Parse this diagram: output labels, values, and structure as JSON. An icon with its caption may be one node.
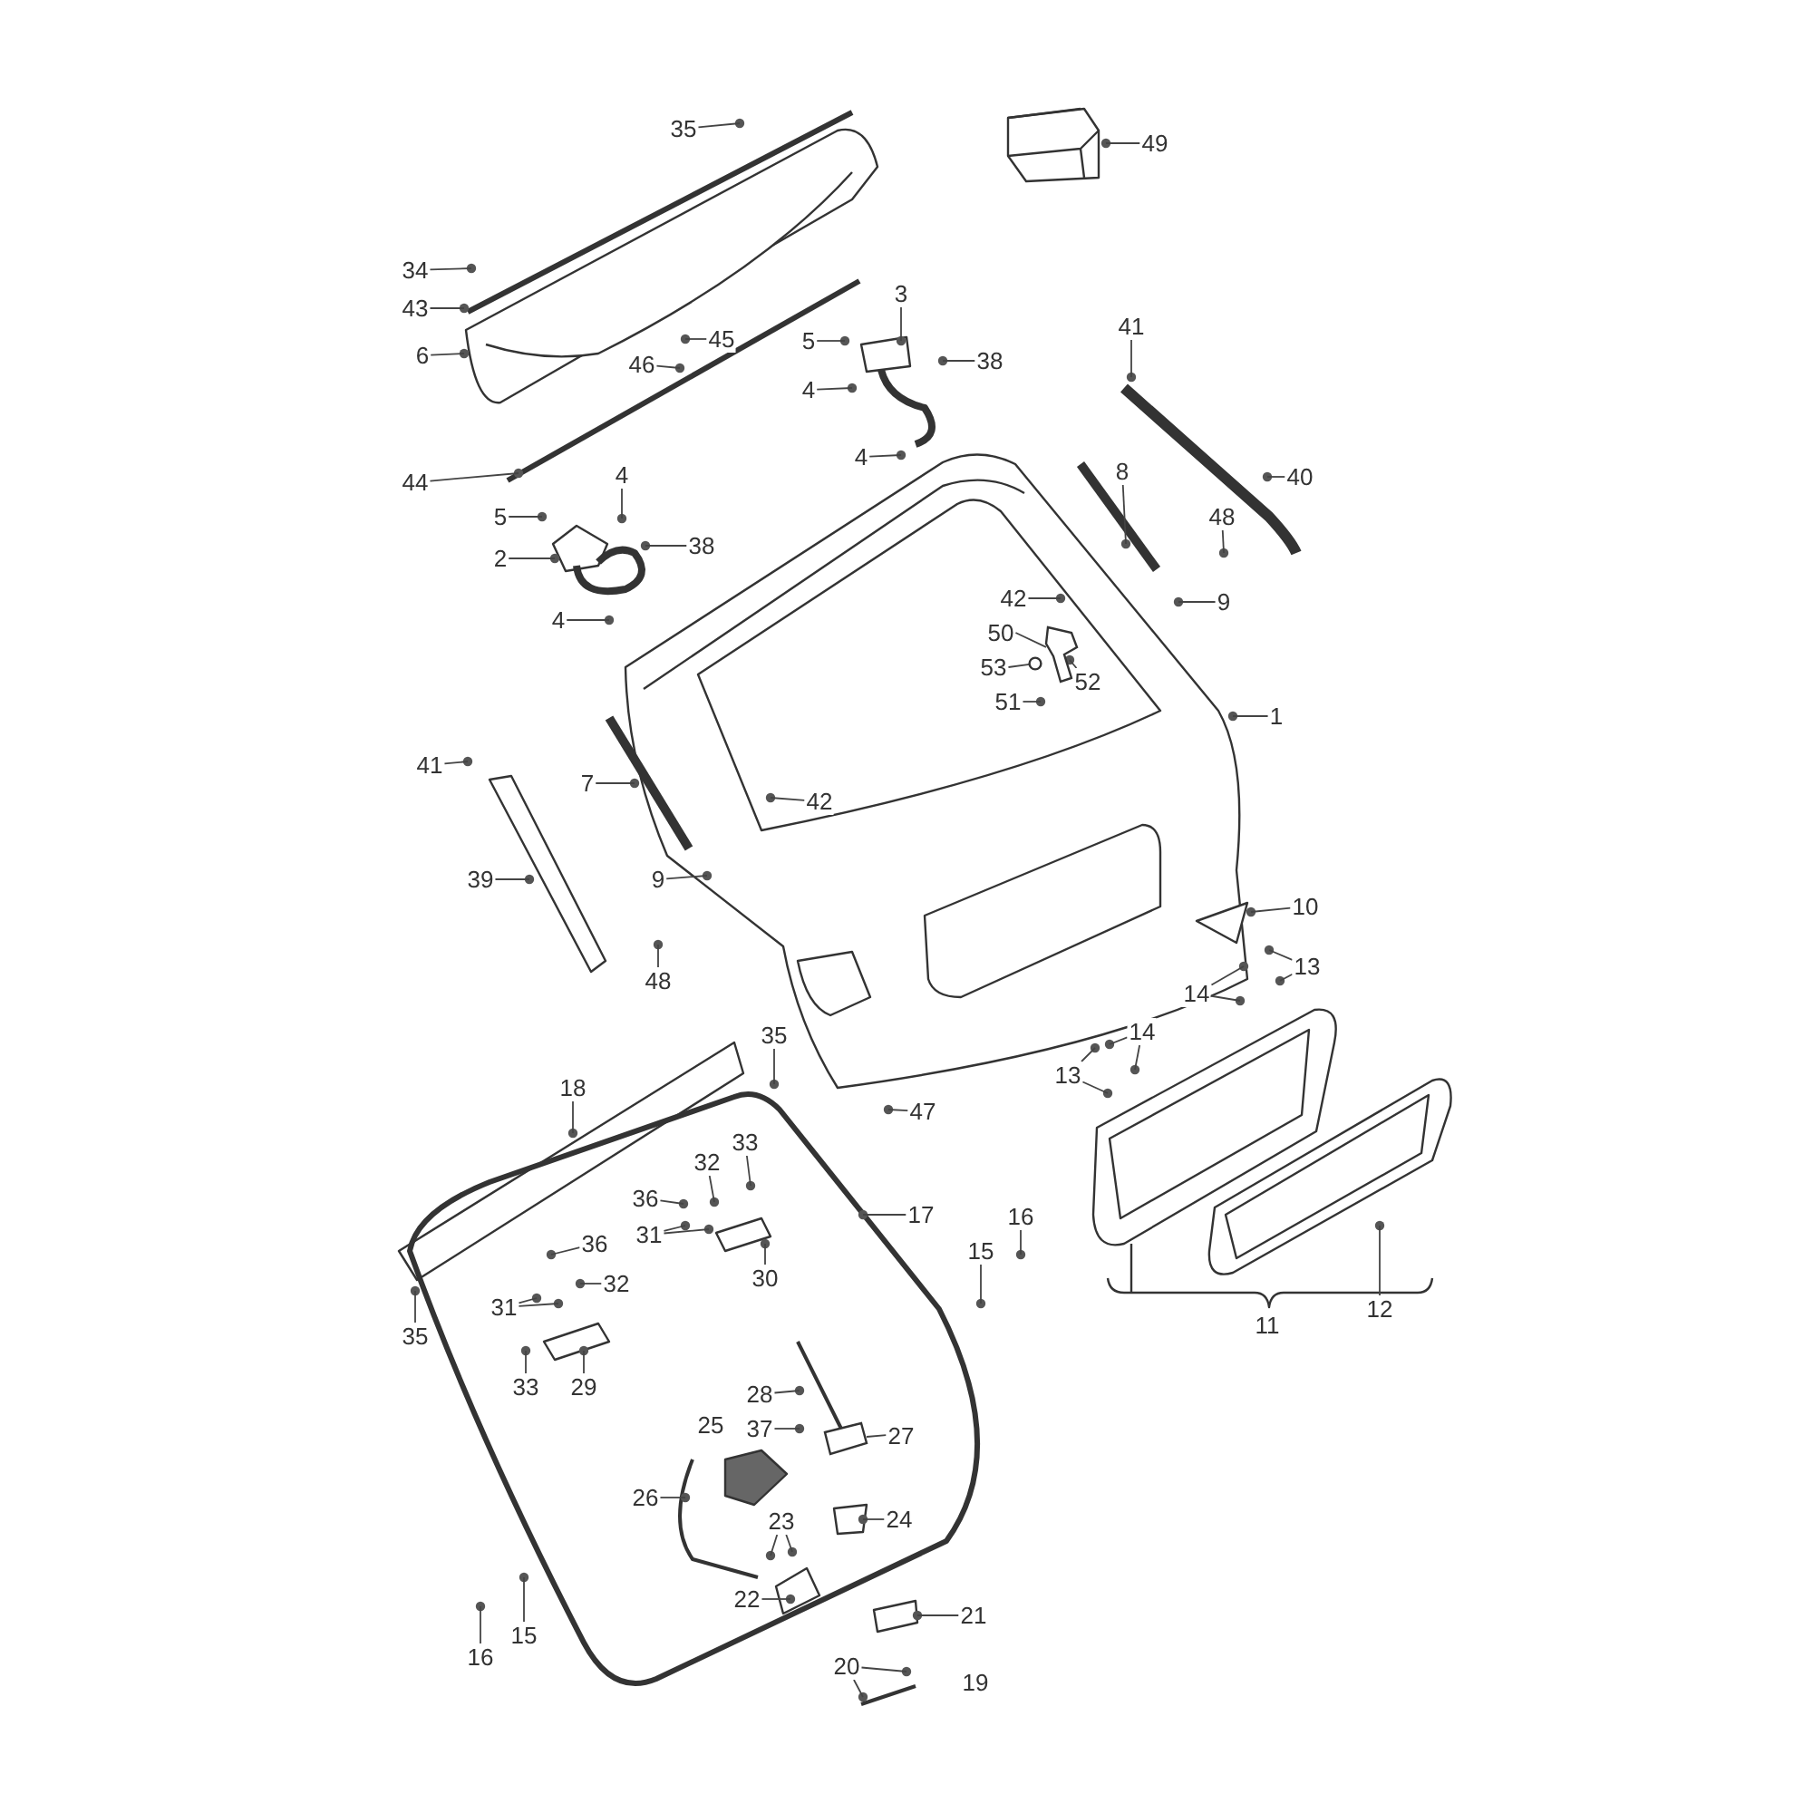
{
  "diagram": {
    "nodes": [
      {
        "text": [
          "35"
        ]
      },
      {
        "text": [
          "49"
        ]
      },
      {
        "text": [
          "34"
        ]
      },
      {
        "text": [
          "43"
        ]
      },
      {
        "text": [
          "6"
        ]
      },
      {
        "text": [
          "45"
        ]
      },
      {
        "text": [
          "46"
        ]
      },
      {
        "text": [
          "3"
        ]
      },
      {
        "text": [
          "5"
        ]
      },
      {
        "text": [
          "38"
        ]
      },
      {
        "text": [
          "4"
        ]
      },
      {
        "text": [
          "41"
        ]
      },
      {
        "text": [
          "4"
        ]
      },
      {
        "text": [
          "44"
        ]
      },
      {
        "text": [
          "4"
        ]
      },
      {
        "text": [
          "5"
        ]
      },
      {
        "text": [
          "8"
        ]
      },
      {
        "text": [
          "40"
        ]
      },
      {
        "text": [
          "38"
        ]
      },
      {
        "text": [
          "2"
        ]
      },
      {
        "text": [
          "48"
        ]
      },
      {
        "text": [
          "4"
        ]
      },
      {
        "text": [
          "9"
        ]
      },
      {
        "text": [
          "42"
        ]
      },
      {
        "text": [
          "50"
        ]
      },
      {
        "text": [
          "53"
        ]
      },
      {
        "text": [
          "51"
        ]
      },
      {
        "text": [
          "52"
        ]
      },
      {
        "text": [
          "1"
        ]
      },
      {
        "text": [
          "41"
        ]
      },
      {
        "text": [
          "7"
        ]
      },
      {
        "text": [
          "42"
        ]
      },
      {
        "text": [
          "39"
        ]
      },
      {
        "text": [
          "9"
        ]
      },
      {
        "text": [
          "48"
        ]
      },
      {
        "text": [
          "10"
        ]
      },
      {
        "text": [
          "13"
        ]
      },
      {
        "text": [
          "14"
        ]
      },
      {
        "text": [
          "14"
        ]
      },
      {
        "text": [
          "13"
        ]
      },
      {
        "text": [
          "35"
        ]
      },
      {
        "text": [
          "18"
        ]
      },
      {
        "text": [
          "47"
        ]
      },
      {
        "text": [
          "33"
        ]
      },
      {
        "text": [
          "32"
        ]
      },
      {
        "text": [
          "36"
        ]
      },
      {
        "text": [
          "17"
        ]
      },
      {
        "text": [
          "16"
        ]
      },
      {
        "text": [
          "31"
        ]
      },
      {
        "text": [
          "15"
        ]
      },
      {
        "text": [
          "36"
        ]
      },
      {
        "text": [
          "32"
        ]
      },
      {
        "text": [
          "30"
        ]
      },
      {
        "text": [
          "31"
        ]
      },
      {
        "text": [
          "35"
        ]
      },
      {
        "text": [
          "33"
        ]
      },
      {
        "text": [
          "29"
        ]
      },
      {
        "text": [
          "28"
        ]
      },
      {
        "text": [
          "37"
        ]
      },
      {
        "text": [
          "27"
        ]
      },
      {
        "text": [
          "26"
        ]
      },
      {
        "text": [
          "23"
        ]
      },
      {
        "text": [
          "24"
        ]
      },
      {
        "text": [
          "22"
        ]
      },
      {
        "text": [
          "21"
        ]
      },
      {
        "text": [
          "16"
        ]
      },
      {
        "text": [
          "15"
        ]
      },
      {
        "text": [
          "20"
        ]
      },
      {
        "text": [
          "12"
        ]
      },
      {
        "text": [
          "25"
        ]
      },
      {
        "text": [
          "11"
        ]
      },
      {
        "text": [
          "19"
        ]
      },
      {
        "text": [],
        "shape": "picture"
      },
      {
        "text": [],
        "shape": "circle"
      },
      {
        "text": [],
        "shape": "picture"
      }
    ],
    "edges": [
      {
        "from": 0,
        "to": null,
        "arrow": "none"
      },
      {
        "from": 1,
        "to": null,
        "arrow": "none"
      },
      {
        "from": 2,
        "to": null,
        "arrow": "none"
      },
      {
        "from": 3,
        "to": null,
        "arrow": "none"
      },
      {
        "from": 4,
        "to": null,
        "arrow": "none"
      },
      {
        "from": 5,
        "to": null,
        "arrow": "none"
      },
      {
        "from": 6,
        "to": null,
        "arrow": "none"
      },
      {
        "from": 7,
        "to": null,
        "arrow": "none"
      },
      {
        "from": 8,
        "to": null,
        "arrow": "none"
      },
      {
        "from": 9,
        "to": null,
        "arrow": "none"
      },
      {
        "from": 10,
        "to": null,
        "arrow": "none"
      },
      {
        "from": 11,
        "to": null,
        "arrow": "none"
      },
      {
        "from": 12,
        "to": null,
        "arrow": "none"
      },
      {
        "from": 13,
        "to": null,
        "arrow": "none"
      },
      {
        "from": 14,
        "to": null,
        "arrow": "none"
      },
      {
        "from": 15,
        "to": null,
        "arrow": "none"
      },
      {
        "from": 16,
        "to": null,
        "arrow": "none"
      },
      {
        "from": 17,
        "to": null,
        "arrow": "none"
      },
      {
        "from": 18,
        "to": null,
        "arrow": "none"
      },
      {
        "from": 19,
        "to": null,
        "arrow": "none"
      },
      {
        "from": 20,
        "to": null,
        "arrow": "none"
      },
      {
        "from": 21,
        "to": null,
        "arrow": "none"
      },
      {
        "from": 22,
        "to": null,
        "arrow": "none"
      },
      {
        "from": 23,
        "to": null,
        "arrow": "none"
      },
      {
        "from": 24,
        "to": 72,
        "arrow": "none"
      },
      {
        "from": 25,
        "to": 73,
        "arrow": "none"
      },
      {
        "from": 26,
        "to": null,
        "arrow": "none"
      },
      {
        "from": 27,
        "to": null,
        "arrow": "none"
      },
      {
        "from": 28,
        "to": null,
        "arrow": "none"
      },
      {
        "from": 29,
        "to": null,
        "arrow": "none"
      },
      {
        "from": 30,
        "to": null,
        "arrow": "none"
      },
      {
        "from": 31,
        "to": null,
        "arrow": "none"
      },
      {
        "from": 32,
        "to": null,
        "arrow": "none"
      },
      {
        "from": 33,
        "to": null,
        "arrow": "none"
      },
      {
        "from": 34,
        "to": null,
        "arrow": "none"
      },
      {
        "from": 35,
        "to": null,
        "arrow": "none"
      },
      {
        "from": 36,
        "to": null,
        "arrow": "none"
      },
      {
        "from": 36,
        "to": null,
        "arrow": "none"
      },
      {
        "from": 37,
        "to": null,
        "arrow": "none"
      },
      {
        "from": 37,
        "to": null,
        "arrow": "none"
      },
      {
        "from": 38,
        "to": null,
        "arrow": "none"
      },
      {
        "from": 38,
        "to": null,
        "arrow": "none"
      },
      {
        "from": 39,
        "to": null,
        "arrow": "none"
      },
      {
        "from": 39,
        "to": null,
        "arrow": "none"
      },
      {
        "from": 40,
        "to": null,
        "arrow": "none"
      },
      {
        "from": 41,
        "to": null,
        "arrow": "none"
      },
      {
        "from": 42,
        "to": null,
        "arrow": "none"
      },
      {
        "from": 43,
        "to": null,
        "arrow": "none"
      },
      {
        "from": 44,
        "to": null,
        "arrow": "none"
      },
      {
        "from": 45,
        "to": null,
        "arrow": "none"
      },
      {
        "from": 46,
        "to": null,
        "arrow": "none"
      },
      {
        "from": 47,
        "to": null,
        "arrow": "none"
      },
      {
        "from": 48,
        "to": null,
        "arrow": "none"
      },
      {
        "from": 48,
        "to": null,
        "arrow": "none"
      },
      {
        "from": 49,
        "to": null,
        "arrow": "none"
      },
      {
        "from": 50,
        "to": null,
        "arrow": "none"
      },
      {
        "from": 51,
        "to": null,
        "arrow": "none"
      },
      {
        "from": 52,
        "to": null,
        "arrow": "none"
      },
      {
        "from": 53,
        "to": null,
        "arrow": "none"
      },
      {
        "from": 53,
        "to": null,
        "arrow": "none"
      },
      {
        "from": 54,
        "to": null,
        "arrow": "none"
      },
      {
        "from": 55,
        "to": null,
        "arrow": "none"
      },
      {
        "from": 56,
        "to": null,
        "arrow": "none"
      },
      {
        "from": 57,
        "to": null,
        "arrow": "none"
      },
      {
        "from": 58,
        "to": null,
        "arrow": "none"
      },
      {
        "from": 59,
        "to": 74,
        "arrow": "none"
      },
      {
        "from": 60,
        "to": null,
        "arrow": "none"
      },
      {
        "from": 61,
        "to": null,
        "arrow": "none"
      },
      {
        "from": 61,
        "to": null,
        "arrow": "none"
      },
      {
        "from": 62,
        "to": null,
        "arrow": "none"
      },
      {
        "from": 63,
        "to": null,
        "arrow": "none"
      },
      {
        "from": 64,
        "to": null,
        "arrow": "none"
      },
      {
        "from": 65,
        "to": null,
        "arrow": "none"
      },
      {
        "from": 66,
        "to": null,
        "arrow": "none"
      },
      {
        "from": 67,
        "to": null,
        "arrow": "none"
      },
      {
        "from": 67,
        "to": null,
        "arrow": "none"
      },
      {
        "from": 68,
        "to": null,
        "arrow": "none"
      }
    ],
    "labels": []
  }
}
